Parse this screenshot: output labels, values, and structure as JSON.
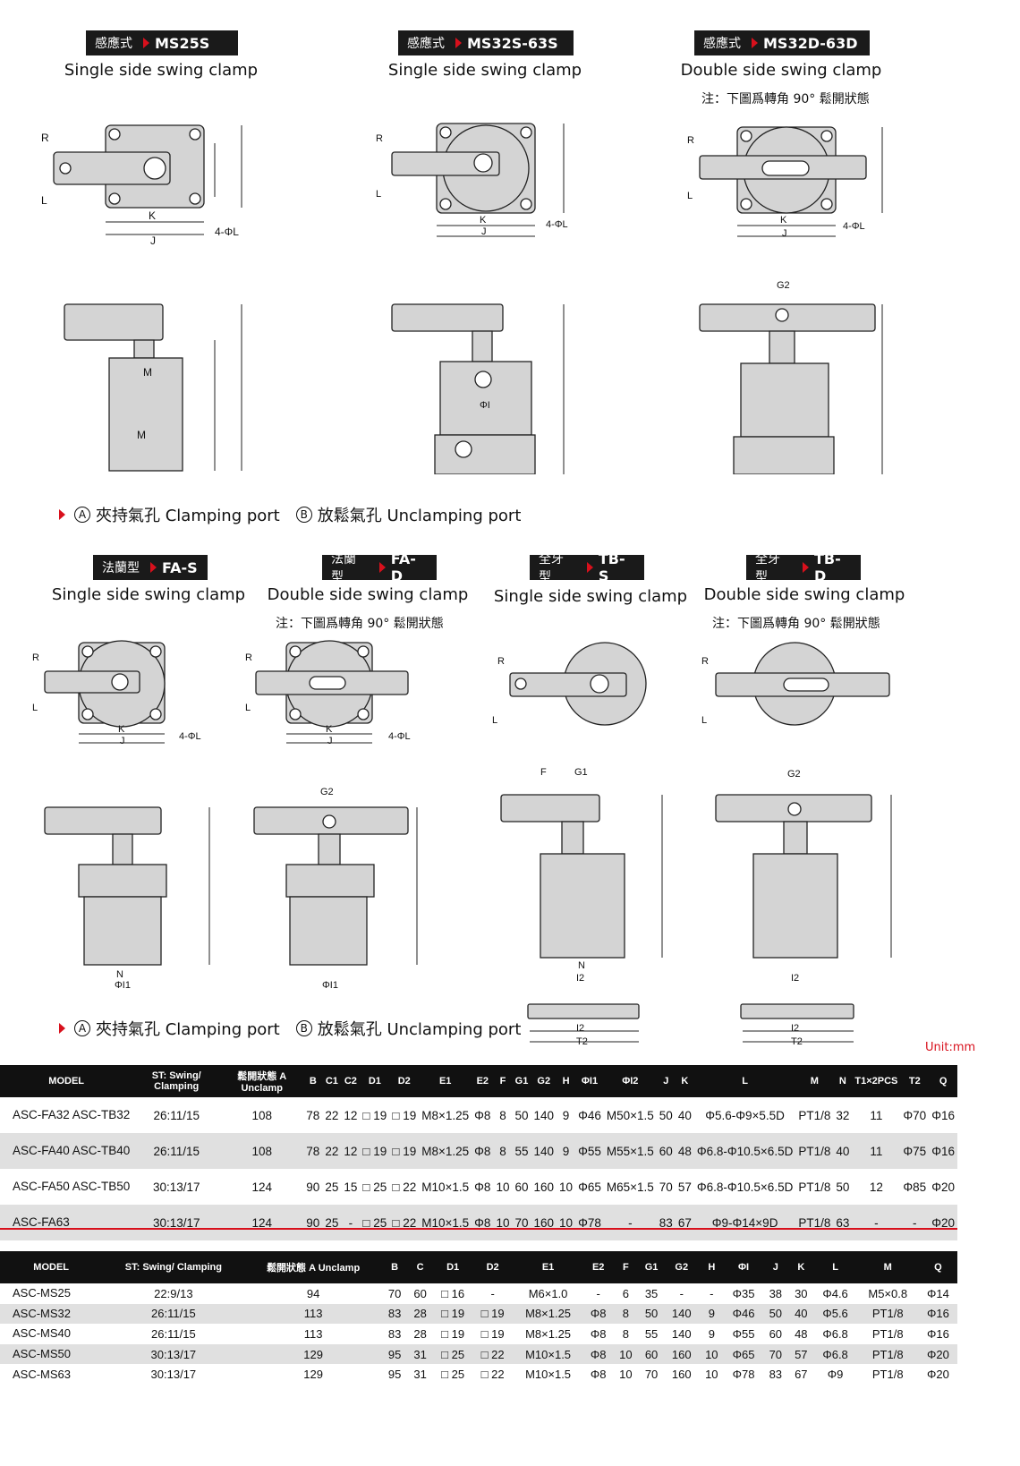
{
  "top_row": [
    {
      "cn": "感應式",
      "model": "MS25S",
      "subtitle": "Single side swing clamp",
      "note": ""
    },
    {
      "cn": "感應式",
      "model": "MS32S-63S",
      "subtitle": "Single side swing clamp",
      "note": ""
    },
    {
      "cn": "感應式",
      "model": "MS32D-63D",
      "subtitle": "Double side swing clamp",
      "note": "注：下圖爲轉角 90° 鬆開狀態"
    }
  ],
  "bottom_row": [
    {
      "cn": "法蘭型",
      "model": "FA-S",
      "subtitle": "Single side swing clamp",
      "note": ""
    },
    {
      "cn": "法蘭型",
      "model": "FA-D",
      "subtitle": "Double side swing clamp",
      "note": "注：下圖爲轉角 90° 鬆開狀態"
    },
    {
      "cn": "全牙型",
      "model": "TB-S",
      "subtitle": "Single side swing clamp",
      "note": ""
    },
    {
      "cn": "全牙型",
      "model": "TB-D",
      "subtitle": "Double side swing clamp",
      "note": "注：下圖爲轉角 90° 鬆開狀態"
    }
  ],
  "legend": {
    "a": "A",
    "a_text": "夾持氣孔 Clamping port",
    "b": "B",
    "b_text": "放鬆氣孔 Unclamping port"
  },
  "unit": "Unit:mm",
  "table1": {
    "headers": [
      "MODEL",
      "ST: Swing/ Clamping",
      "鬆開狀態 A Unclamp",
      "B",
      "C1",
      "C2",
      "D1",
      "D2",
      "E1",
      "E2",
      "F",
      "G1",
      "G2",
      "H",
      "ΦI1",
      "ΦI2",
      "J",
      "K",
      "L",
      "M",
      "N",
      "T1×2PCS",
      "T2",
      "Q"
    ],
    "rows": [
      [
        "ASC-FA32 ASC-TB32",
        "26:11/15",
        "108",
        "78",
        "22",
        "12",
        "□ 19",
        "□ 19",
        "M8×1.25",
        "Φ8",
        "8",
        "50",
        "140",
        "9",
        "Φ46",
        "M50×1.5",
        "50",
        "40",
        "Φ5.6-Φ9×5.5D",
        "PT1/8",
        "32",
        "11",
        "Φ70",
        "Φ16"
      ],
      [
        "ASC-FA40 ASC-TB40",
        "26:11/15",
        "108",
        "78",
        "22",
        "12",
        "□ 19",
        "□ 19",
        "M8×1.25",
        "Φ8",
        "8",
        "55",
        "140",
        "9",
        "Φ55",
        "M55×1.5",
        "60",
        "48",
        "Φ6.8-Φ10.5×6.5D",
        "PT1/8",
        "40",
        "11",
        "Φ75",
        "Φ16"
      ],
      [
        "ASC-FA50 ASC-TB50",
        "30:13/17",
        "124",
        "90",
        "25",
        "15",
        "□ 25",
        "□ 22",
        "M10×1.5",
        "Φ8",
        "10",
        "60",
        "160",
        "10",
        "Φ65",
        "M65×1.5",
        "70",
        "57",
        "Φ6.8-Φ10.5×6.5D",
        "PT1/8",
        "50",
        "12",
        "Φ85",
        "Φ20"
      ],
      [
        "ASC-FA63",
        "30:13/17",
        "124",
        "90",
        "25",
        "-",
        "□ 25",
        "□ 22",
        "M10×1.5",
        "Φ8",
        "10",
        "70",
        "160",
        "10",
        "Φ78",
        "-",
        "83",
        "67",
        "Φ9-Φ14×9D",
        "PT1/8",
        "63",
        "-",
        "-",
        "Φ20"
      ]
    ]
  },
  "table2": {
    "headers": [
      "MODEL",
      "ST: Swing/ Clamping",
      "鬆開狀態 A Unclamp",
      "B",
      "C",
      "D1",
      "D2",
      "E1",
      "E2",
      "F",
      "G1",
      "G2",
      "H",
      "ΦI",
      "J",
      "K",
      "L",
      "M",
      "Q"
    ],
    "rows": [
      [
        "ASC-MS25",
        "22:9/13",
        "94",
        "70",
        "60",
        "□ 16",
        "-",
        "M6×1.0",
        "-",
        "6",
        "35",
        "-",
        "-",
        "Φ35",
        "38",
        "30",
        "Φ4.6",
        "M5×0.8",
        "Φ14"
      ],
      [
        "ASC-MS32",
        "26:11/15",
        "113",
        "83",
        "28",
        "□ 19",
        "□ 19",
        "M8×1.25",
        "Φ8",
        "8",
        "50",
        "140",
        "9",
        "Φ46",
        "50",
        "40",
        "Φ5.6",
        "PT1/8",
        "Φ16"
      ],
      [
        "ASC-MS40",
        "26:11/15",
        "113",
        "83",
        "28",
        "□ 19",
        "□ 19",
        "M8×1.25",
        "Φ8",
        "8",
        "55",
        "140",
        "9",
        "Φ55",
        "60",
        "48",
        "Φ6.8",
        "PT1/8",
        "Φ16"
      ],
      [
        "ASC-MS50",
        "30:13/17",
        "129",
        "95",
        "31",
        "□ 25",
        "□ 22",
        "M10×1.5",
        "Φ8",
        "10",
        "60",
        "160",
        "10",
        "Φ65",
        "70",
        "57",
        "Φ6.8",
        "PT1/8",
        "Φ20"
      ],
      [
        "ASC-MS63",
        "30:13/17",
        "129",
        "95",
        "31",
        "□ 25",
        "□ 22",
        "M10×1.5",
        "Φ8",
        "10",
        "70",
        "160",
        "10",
        "Φ78",
        "83",
        "67",
        "Φ9",
        "PT1/8",
        "Φ20"
      ]
    ]
  }
}
